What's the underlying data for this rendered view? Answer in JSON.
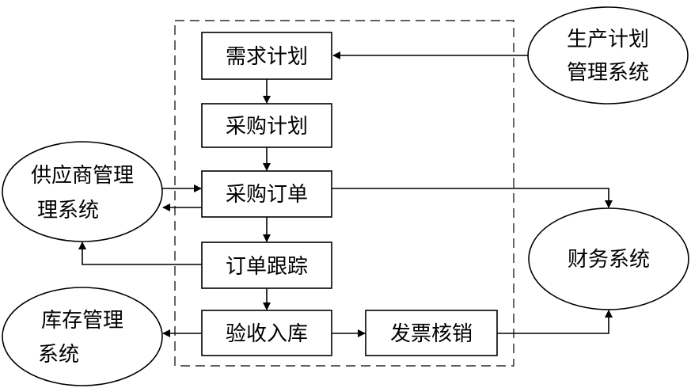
{
  "diagram": {
    "process_steps": {
      "demand_plan": "需求计划",
      "purchase_plan": "采购计划",
      "purchase_order": "采购订单",
      "order_tracking": "订单跟踪",
      "receiving": "验收入库",
      "invoice_verification": "发票核销"
    },
    "external_systems": {
      "production_planning": [
        "生产计划",
        "管理系统"
      ],
      "supplier_management": [
        "供应商管理",
        "理系统"
      ],
      "finance": [
        "财务系统"
      ],
      "inventory_management": [
        "库存管理",
        "系统"
      ]
    }
  }
}
